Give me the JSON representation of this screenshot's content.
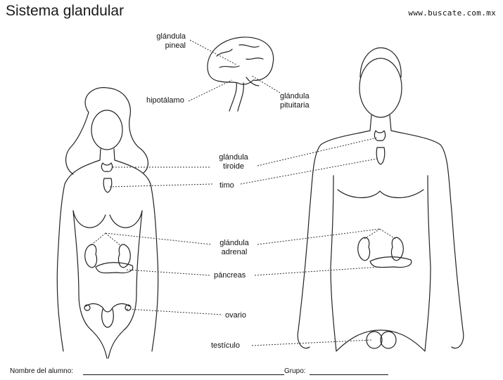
{
  "header": {
    "title": "Sistema glandular",
    "website": "www.buscate.com.mx"
  },
  "labels": {
    "pineal": [
      "glándula",
      "pineal"
    ],
    "hipotalamo": "hipotálamo",
    "pituitaria": [
      "glándula",
      "pituitaria"
    ],
    "tiroide": [
      "glándula",
      "tiroide"
    ],
    "timo": "timo",
    "adrenal": [
      "glándula",
      "adrenal"
    ],
    "pancreas": "páncreas",
    "ovario": "ovario",
    "testiculo": "testículo"
  },
  "footer": {
    "student_label": "Nombre del alumno:",
    "group_label": "Grupo:"
  }
}
